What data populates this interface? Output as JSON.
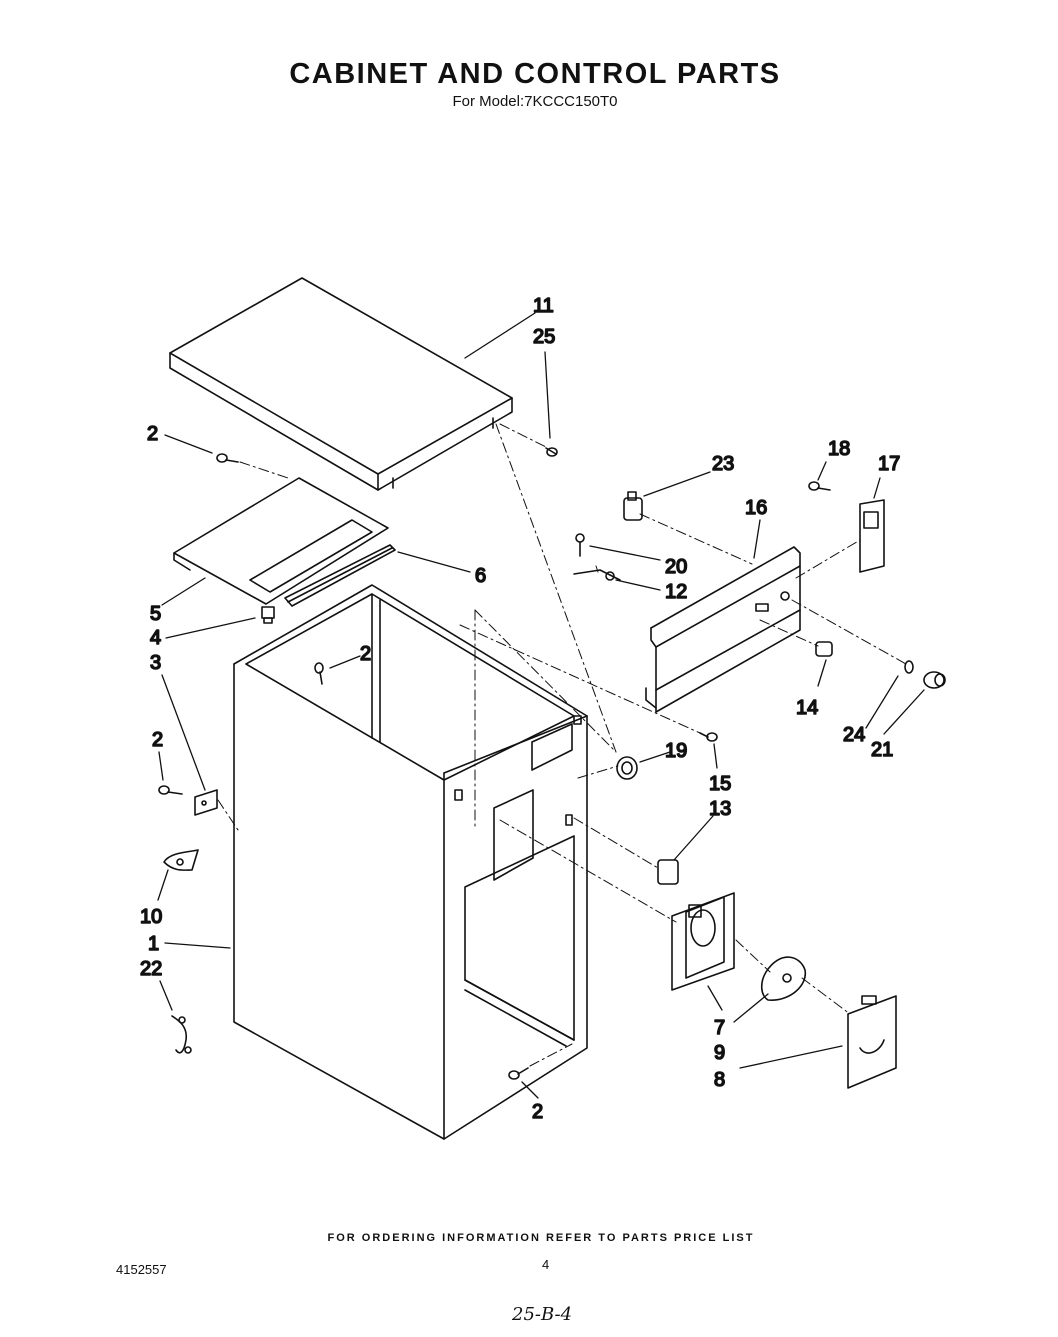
{
  "header": {
    "title": "CABINET AND CONTROL PARTS",
    "subtitle": "For Model:7KCCC150T0"
  },
  "callouts": {
    "c11": "11",
    "c25": "25",
    "c2a": "2",
    "c23": "23",
    "c18": "18",
    "c17": "17",
    "c16": "16",
    "c20": "20",
    "c12": "12",
    "c6": "6",
    "c5": "5",
    "c4": "4",
    "c2b": "2",
    "c3": "3",
    "c2c": "2",
    "c14": "14",
    "c24": "24",
    "c21": "21",
    "c19": "19",
    "c15": "15",
    "c13": "13",
    "c10": "10",
    "c1": "1",
    "c22": "22",
    "c7": "7",
    "c9": "9",
    "c8": "8",
    "c2d": "2"
  },
  "footer": {
    "ordering_note": "FOR ORDERING INFORMATION REFER TO PARTS PRICE LIST",
    "doc_number": "4152557",
    "page_number": "4",
    "handwritten": "25-B-4"
  }
}
